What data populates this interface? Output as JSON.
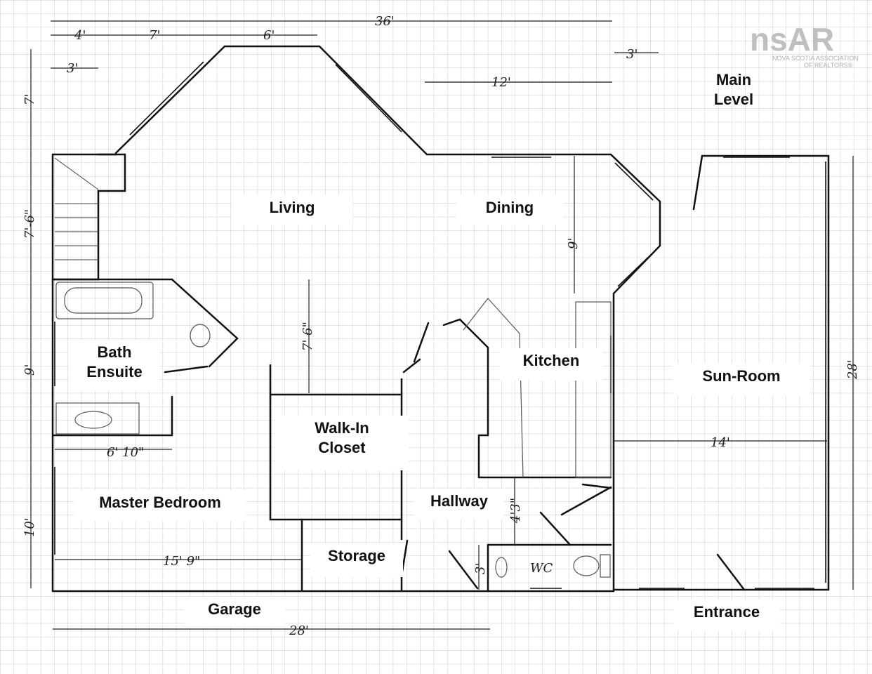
{
  "logo": {
    "mark": "nsAR",
    "tagline": "NOVA SCOTIA ASSOCIATION",
    "tagline2": "OF REALTORS®"
  },
  "title": {
    "line1": "Main",
    "line2": "Level"
  },
  "rooms": {
    "living": "Living",
    "dining": "Dining",
    "bath": "Bath\nEnsuite",
    "kitchen": "Kitchen",
    "sunroom": "Sun-Room",
    "closet": "Walk-In\nCloset",
    "master": "Master Bedroom",
    "hallway": "Hallway",
    "storage": "Storage",
    "garage": "Garage",
    "entrance": "Entrance",
    "wc": "WC"
  },
  "dimensions": {
    "top_total": "36'",
    "top_4": "4'",
    "top_7": "7'",
    "top_6": "6'",
    "top_3a": "3'",
    "top_3b": "3'",
    "top_12": "12'",
    "left_7": "7'",
    "left_7_6": "7'-6\"",
    "left_9": "9'",
    "left_10": "10'",
    "right_28": "28'",
    "bottom_28": "28'",
    "closet_7_6": "7' 6\"",
    "dining_9": "9'",
    "bath_6_10": "6' 10\"",
    "master_15_9": "15' 9\"",
    "sun_14": "14'",
    "hall_4_3": "4'3\"",
    "wc_3": "3'"
  }
}
